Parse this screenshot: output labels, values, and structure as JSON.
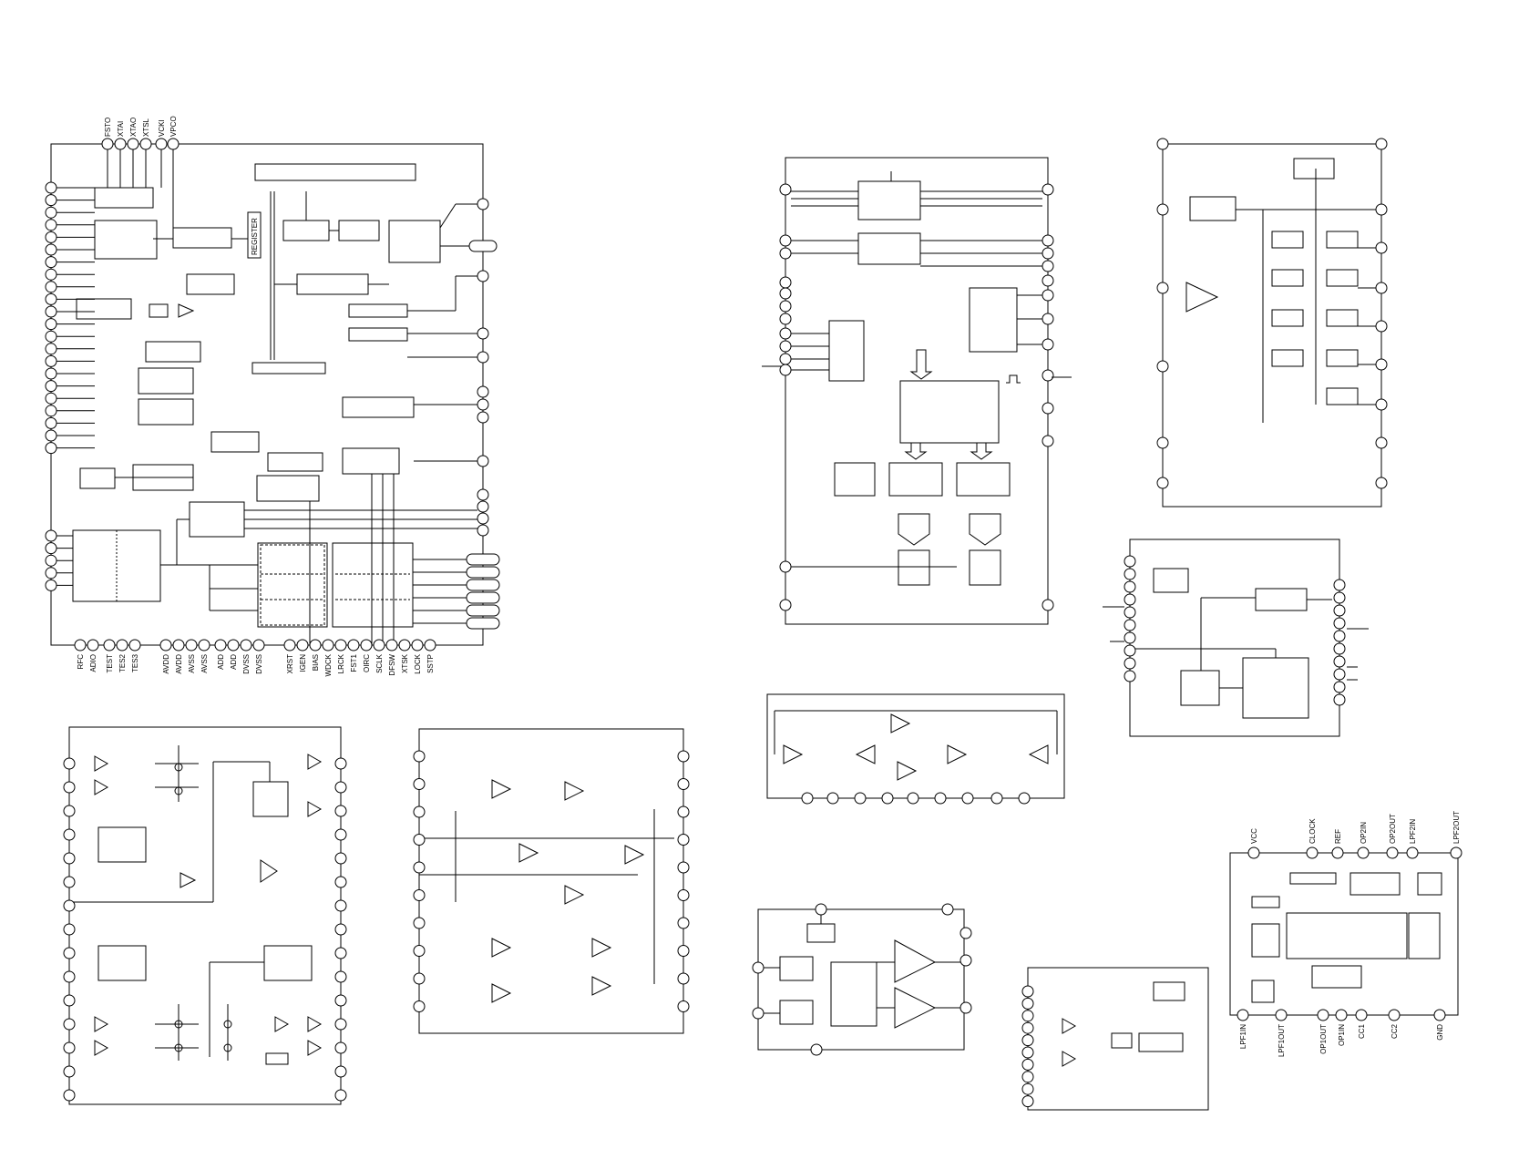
{
  "sheet": {
    "title": "",
    "blocks": [
      {
        "id": "ic-main",
        "top_pins": [
          "FSTO",
          "XTAI",
          "XTAO",
          "XTSL",
          "VCKI",
          "VPCO"
        ],
        "inner_labels": [
          "REGISTER"
        ],
        "bottom_pins": [
          "RFC",
          "ADIO",
          "TEST",
          "TES2",
          "TES3",
          "AVDD",
          "AVDD",
          "AVSS",
          "AVSS",
          "ADD",
          "ADD",
          "DVSS",
          "DVSS",
          "XRST",
          "IGEN",
          "BIAS",
          "WDCK",
          "LRCK",
          "FST1",
          "OIRC",
          "SCLK",
          "DFSW",
          "XTSK",
          "LOCK",
          "SSTP"
        ]
      },
      {
        "id": "ic-top-center"
      },
      {
        "id": "ic-top-right"
      },
      {
        "id": "ic-mid-right"
      },
      {
        "id": "ic-bottom-left"
      },
      {
        "id": "ic-bottom-center-left"
      },
      {
        "id": "ic-inverter-strip"
      },
      {
        "id": "ic-bottom-center"
      },
      {
        "id": "ic-bottom-small"
      },
      {
        "id": "ic-bottom-right",
        "top_pins": [
          "VCC",
          "CLOCK",
          "REF",
          "OP2IN",
          "OP2OUT",
          "LPF2IN",
          "LPF2OUT"
        ],
        "bottom_pins": [
          "LPF1IN",
          "LPF1OUT",
          "OP1OUT",
          "OP1IN",
          "CC1",
          "CC2",
          "GND"
        ]
      }
    ]
  },
  "colors": {
    "ink": "#000000",
    "paper": "#ffffff"
  }
}
